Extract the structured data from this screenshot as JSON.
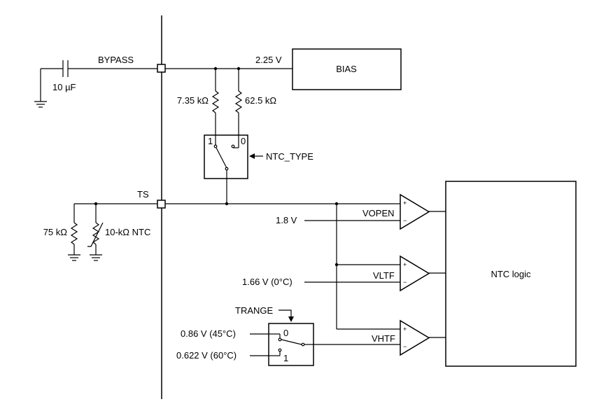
{
  "labels": {
    "bypass": "BYPASS",
    "cap": "10 µF",
    "bias_voltage": "2.25 V",
    "bias": "BIAS",
    "r1": "7.35 kΩ",
    "r2": "62.5 kΩ",
    "sw1_pos1": "1",
    "sw1_pos0": "0",
    "ntc_type": "NTC_TYPE",
    "ts": "TS",
    "r75": "75 kΩ",
    "ntc": "10-kΩ NTC",
    "v_open_ref": "1.8 V",
    "vopen": "VOPEN",
    "v_ltf_ref": "1.66 V (0°C)",
    "vltf": "VLTF",
    "trange": "TRANGE",
    "v_45": "0.86 V (45°C)",
    "v_60": "0.622 V (60°C)",
    "sw2_pos0": "0",
    "sw2_pos1": "1",
    "vhtf": "VHTF",
    "ntc_logic": "NTC logic",
    "plus": "+",
    "minus": "−"
  }
}
